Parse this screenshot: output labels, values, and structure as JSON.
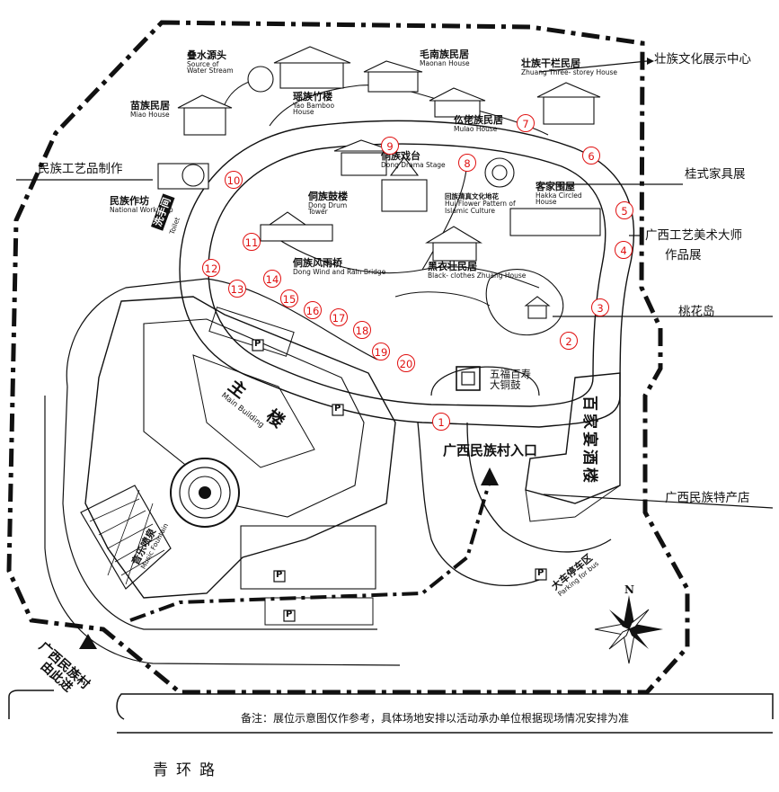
{
  "colors": {
    "ink": "#111111",
    "marker_red": "#e01010"
  },
  "side_labels": {
    "zhuang_center": "壮族文化展示中心",
    "ethnic_craft": "民族工艺品制作",
    "gui_furniture": "桂式家具展",
    "master_line1": "广西工艺美术大师",
    "master_line2": "作品展",
    "peach_island": "桃花岛",
    "specialty_store": "广西民族特产店"
  },
  "places": {
    "water_source": {
      "cn": "叠水源头",
      "en1": "Source of",
      "en2": "Water Stream"
    },
    "maonan": {
      "cn": "毛南族民居",
      "en": "Maonan House"
    },
    "zhuang_three": {
      "cn": "壮族干栏民居",
      "en": "Zhuang Three- storey House"
    },
    "miao": {
      "cn": "苗族民居",
      "en": "Miao House"
    },
    "yao": {
      "cn": "瑶族竹楼",
      "en1": "Yao Bamboo",
      "en2": "House"
    },
    "mulao": {
      "cn": "仫佬族民居",
      "en": "Mulao House"
    },
    "dong_stage": {
      "cn": "侗族戏台",
      "en": "Dong Drama Stage"
    },
    "hui_flower": {
      "cn": "回族清真文化地花",
      "en1": "Hui Flower Pattern of",
      "en2": "Islamic Culture"
    },
    "hakka": {
      "cn": "客家围屋",
      "en1": "Hakka Circled",
      "en2": "House"
    },
    "workshop": {
      "cn": "民族作坊",
      "en": "National Workshop"
    },
    "dong_drum": {
      "cn": "侗族鼓楼",
      "en1": "Dong Drum",
      "en2": "Tower"
    },
    "toilet": {
      "cn": "洗手间",
      "en": "Toilet"
    },
    "dong_bridge": {
      "cn": "侗族风雨桥",
      "en": "Dong Wind and Rain Bridge"
    },
    "black_zhuang": {
      "cn": "黑衣壮民居",
      "en": "Black- clothes Zhuang House"
    },
    "bronze_drum_1": "五福百寿",
    "bronze_drum_2": "大铜鼓",
    "entrance": "广西民族村入口",
    "main_building": {
      "cn": "主 楼",
      "en": "Main Building"
    },
    "fountain": {
      "cn": "音乐喷泉",
      "en": "Music Fountain"
    },
    "hotel": "百家宴酒楼",
    "bus_parking": {
      "cn": "大车停车区",
      "en": "Parking for bus"
    },
    "entry_way_1": "广西民族村",
    "entry_way_2": "由此进"
  },
  "markers": [
    "1",
    "2",
    "3",
    "4",
    "5",
    "6",
    "7",
    "8",
    "9",
    "10",
    "11",
    "12",
    "13",
    "14",
    "15",
    "16",
    "17",
    "18",
    "19",
    "20"
  ],
  "parking_symbol": "P",
  "compass": "N",
  "note": "备注：展位示意图仅作参考，具体场地安排以活动承办单位根据现场情况安排为准",
  "road": "青环路"
}
